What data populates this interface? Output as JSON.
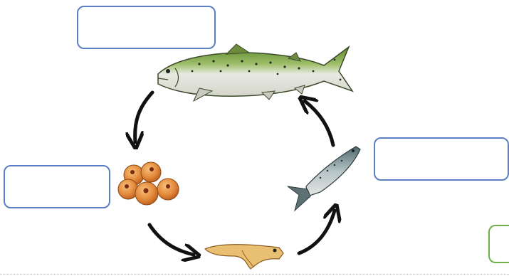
{
  "diagram": {
    "stages": [
      {
        "id": "adult",
        "icon": "adult-salmon-icon",
        "label": ""
      },
      {
        "id": "eggs",
        "icon": "salmon-eggs-icon",
        "label": ""
      },
      {
        "id": "alevin",
        "icon": "alevin-icon",
        "label": ""
      },
      {
        "id": "juvenile",
        "icon": "juvenile-salmon-icon",
        "label": ""
      }
    ],
    "colors": {
      "box_border": "#5b7fc4",
      "green_box_border": "#6fb04c",
      "arrow": "#111111",
      "fish_back": "#6e9a3c",
      "fish_belly": "#e6e6e2",
      "egg": "#e08a3a"
    }
  }
}
